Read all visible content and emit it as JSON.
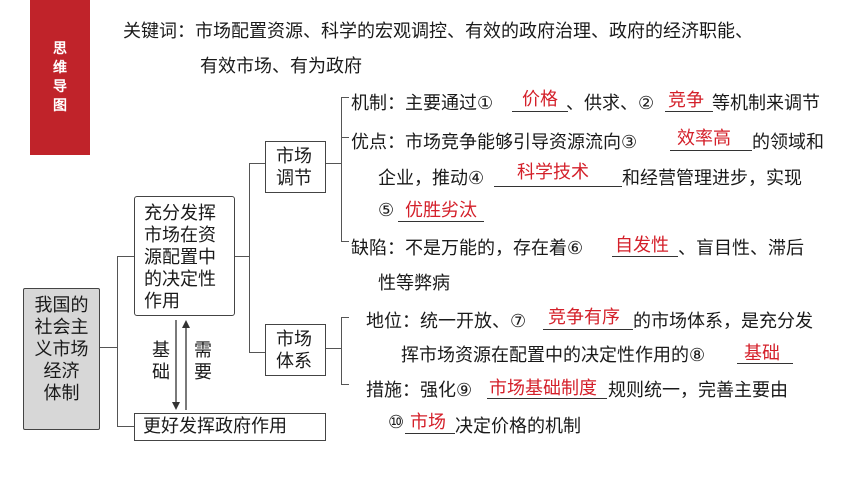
{
  "side_tag": [
    "思",
    "维",
    "导",
    "图"
  ],
  "keywords": {
    "line1": "关键词：市场配置资源、科学的宏观调控、有效的政府治理、政府的经济职能、",
    "line2": "有效市场、有为政府"
  },
  "root": [
    "我国的",
    "社会主",
    "义市场",
    "经济",
    "体制"
  ],
  "main_box": [
    "充分发挥",
    "市场在资",
    "源配置中",
    "的决定性",
    "作用"
  ],
  "bottom_box": "更好发挥政府作用",
  "arrows": {
    "left": [
      "基",
      "础"
    ],
    "right": [
      "需",
      "要"
    ]
  },
  "node_market": [
    "市场",
    "调节"
  ],
  "node_system": [
    "市场",
    "体系"
  ],
  "mechanism": {
    "a": "机制：主要通过①",
    "ans1": "价格",
    "b": "、供求、②",
    "ans2": "竞争",
    "c": "等机制来调节"
  },
  "advantage": {
    "l1a": "优点：市场竞争能够引导资源流向③",
    "ans3": "效率高",
    "l1b": "的领域和",
    "l2a": "企业，推动④",
    "ans4": "科学技术",
    "l2b": "和经营管理进步，实现",
    "l3a": "⑤",
    "ans5": "优胜劣汰"
  },
  "defect": {
    "l1a": "缺陷：不是万能的，存在着⑥",
    "ans6": "自发性",
    "l1b": "、盲目性、滞后",
    "l2": "性等弊病"
  },
  "position": {
    "l1a": "地位：统一开放、⑦",
    "ans7": "竞争有序",
    "l1b": "的市场体系，是充分发",
    "l2a": "挥市场资源在配置中的决定性作用的⑧",
    "ans8": "基础"
  },
  "measure": {
    "l1a": "措施：强化⑨",
    "ans9": "市场基础制度",
    "l1b": "规则统一，完善主要由",
    "l2a": "⑩",
    "ans10": "市场",
    "l2b": "决定价格的机制"
  }
}
